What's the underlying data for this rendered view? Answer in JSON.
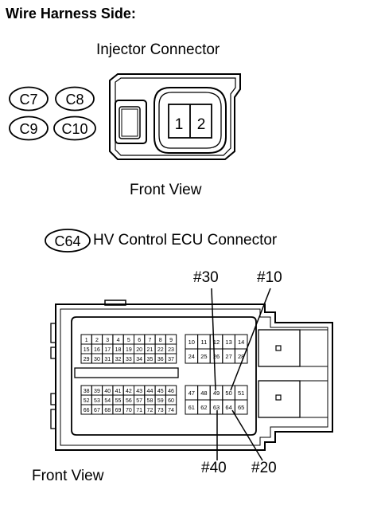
{
  "heading": "Wire Harness Side:",
  "injector": {
    "title": "Injector Connector",
    "connector_codes": [
      "C7",
      "C8",
      "C9",
      "C10"
    ],
    "terminals": [
      "1",
      "2"
    ],
    "view_label": "Front View"
  },
  "ecu": {
    "code": "C64",
    "title": "HV Control ECU Connector",
    "view_label": "Front View",
    "callouts": {
      "top_left": "#30",
      "top_right": "#10",
      "bottom_left": "#40",
      "bottom_right": "#20"
    },
    "left_block": {
      "upper_rows": [
        [
          "1",
          "2",
          "3",
          "4",
          "5",
          "6",
          "7",
          "8",
          "9"
        ],
        [
          "15",
          "16",
          "17",
          "18",
          "19",
          "20",
          "21",
          "22",
          "23"
        ],
        [
          "29",
          "30",
          "31",
          "32",
          "33",
          "34",
          "35",
          "36",
          "37"
        ]
      ],
      "lower_rows": [
        [
          "38",
          "39",
          "40",
          "41",
          "42",
          "43",
          "44",
          "45",
          "46"
        ],
        [
          "52",
          "53",
          "54",
          "55",
          "56",
          "57",
          "58",
          "59",
          "60"
        ],
        [
          "66",
          "67",
          "68",
          "69",
          "70",
          "71",
          "72",
          "73",
          "74"
        ]
      ]
    },
    "right_block": {
      "upper_rows": [
        [
          "10",
          "11",
          "12",
          "13",
          "14"
        ],
        [
          "24",
          "25",
          "26",
          "27",
          "28"
        ]
      ],
      "lower_rows": [
        [
          "47",
          "48",
          "49",
          "50",
          "51"
        ],
        [
          "61",
          "62",
          "63",
          "64",
          "65"
        ]
      ]
    }
  }
}
